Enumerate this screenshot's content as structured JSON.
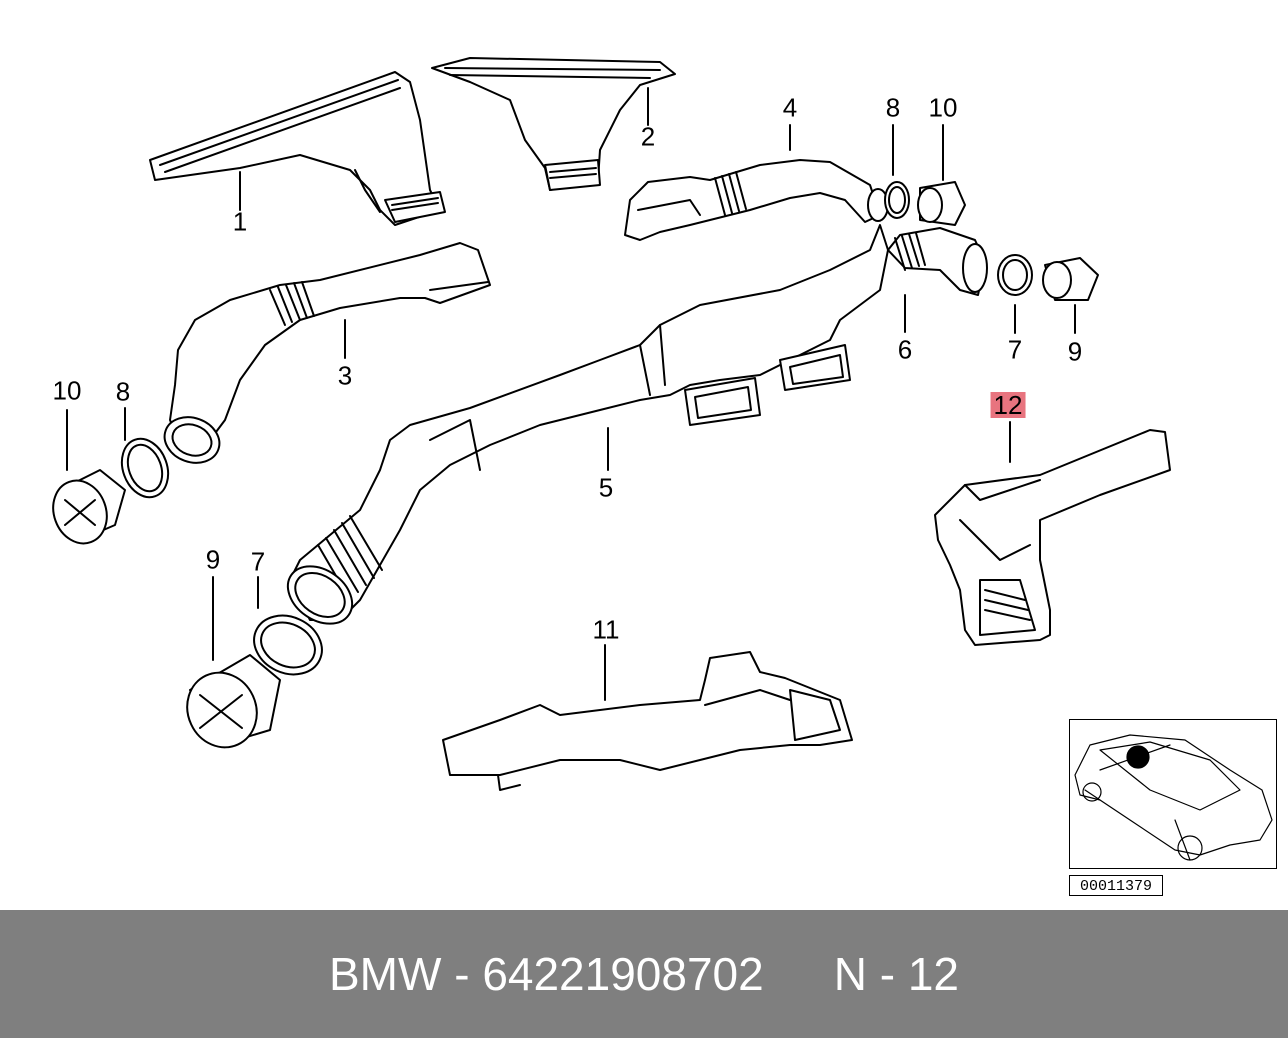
{
  "diagram": {
    "labels": {
      "l1": "1",
      "l2": "2",
      "l3": "3",
      "l4": "4",
      "l5": "5",
      "l6": "6",
      "l7a": "7",
      "l7b": "7",
      "l8a": "8",
      "l8b": "8",
      "l9a": "9",
      "l9b": "9",
      "l10a": "10",
      "l10b": "10",
      "l11": "11",
      "l12": "12"
    },
    "highlight_color": "#e8747f",
    "ref_code": "00011379"
  },
  "footer": {
    "brand": "BMW",
    "separator": "-",
    "part_number": "64221908702",
    "position_label": "N - 12",
    "background": "#7f7f7f",
    "text_color": "#ffffff"
  }
}
